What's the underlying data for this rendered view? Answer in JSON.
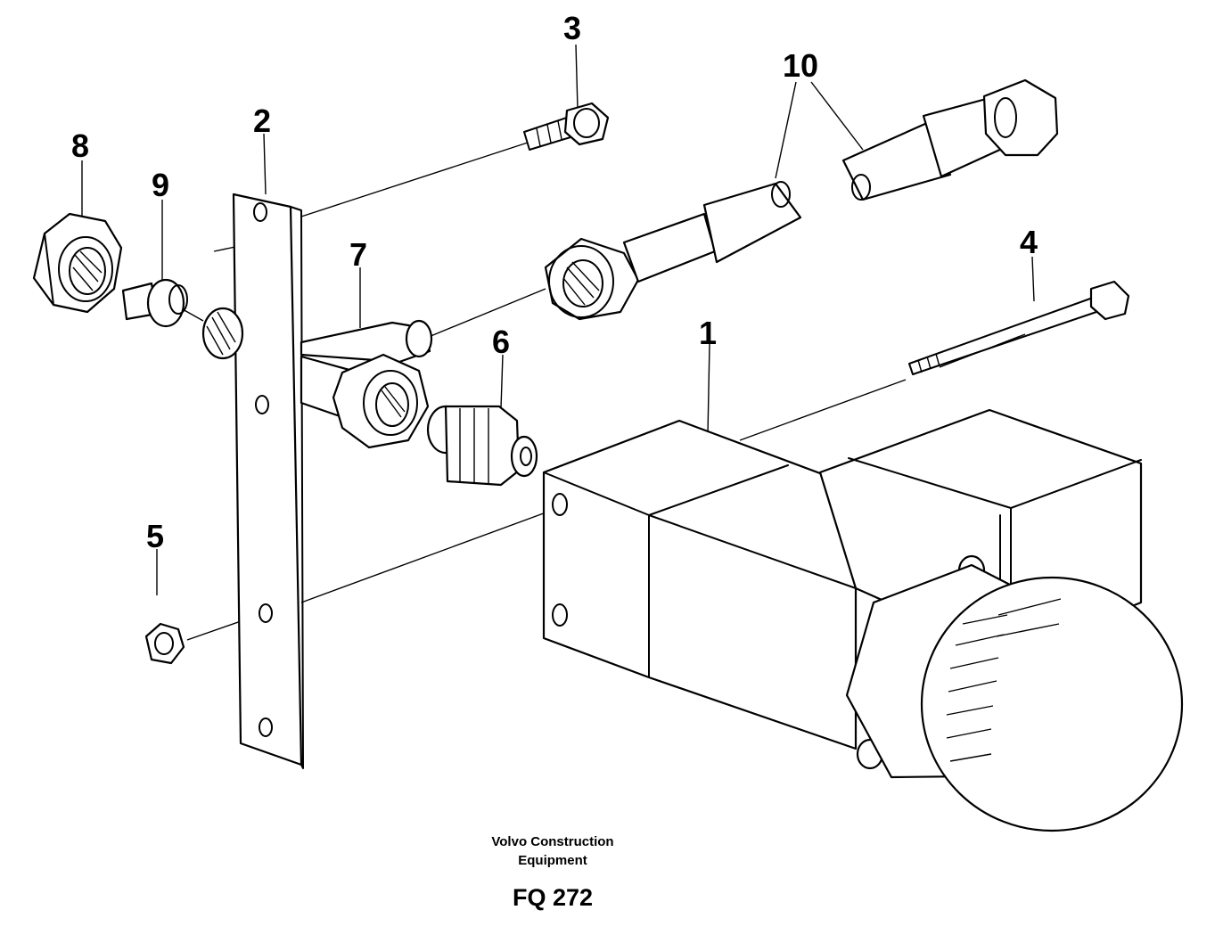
{
  "callouts": {
    "c1": "1",
    "c2": "2",
    "c3": "3",
    "c4": "4",
    "c5": "5",
    "c6": "6",
    "c7": "7",
    "c8": "8",
    "c9": "9",
    "c10": "10"
  },
  "caption": {
    "maker_line1": "Volvo Construction",
    "maker_line2": "Equipment",
    "figure_code": "FQ 272"
  },
  "colors": {
    "ink": "#000000",
    "paper": "#ffffff"
  }
}
